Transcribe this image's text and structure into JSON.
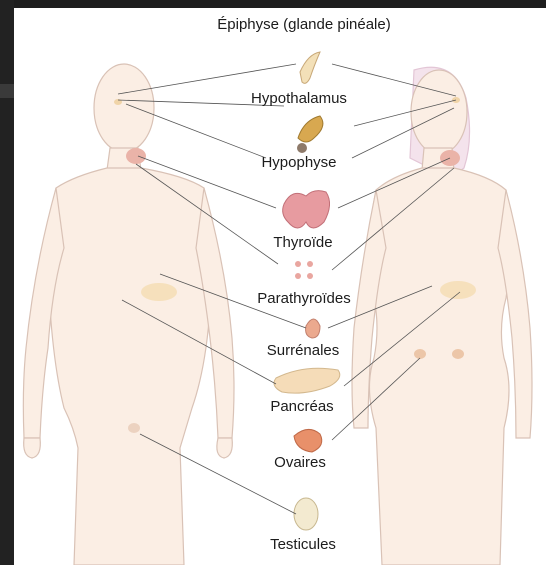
{
  "diagram": {
    "labels": {
      "epiphyse": "Épiphyse (glande pinéale)",
      "hypothalamus": "Hypothalamus",
      "hypophyse": "Hypophyse",
      "thyroide": "Thyroïde",
      "parathyroides": "Parathyroïdes",
      "surrenales": "Surrénales",
      "pancreas": "Pancréas",
      "ovaires": "Ovaires",
      "testicules": "Testicules"
    },
    "colors": {
      "skin": "#fbeee4",
      "outline": "#d9c2b6",
      "hair": "#e3c6d6",
      "gland": "#e7b4a4",
      "leader_line": "#555555"
    }
  }
}
